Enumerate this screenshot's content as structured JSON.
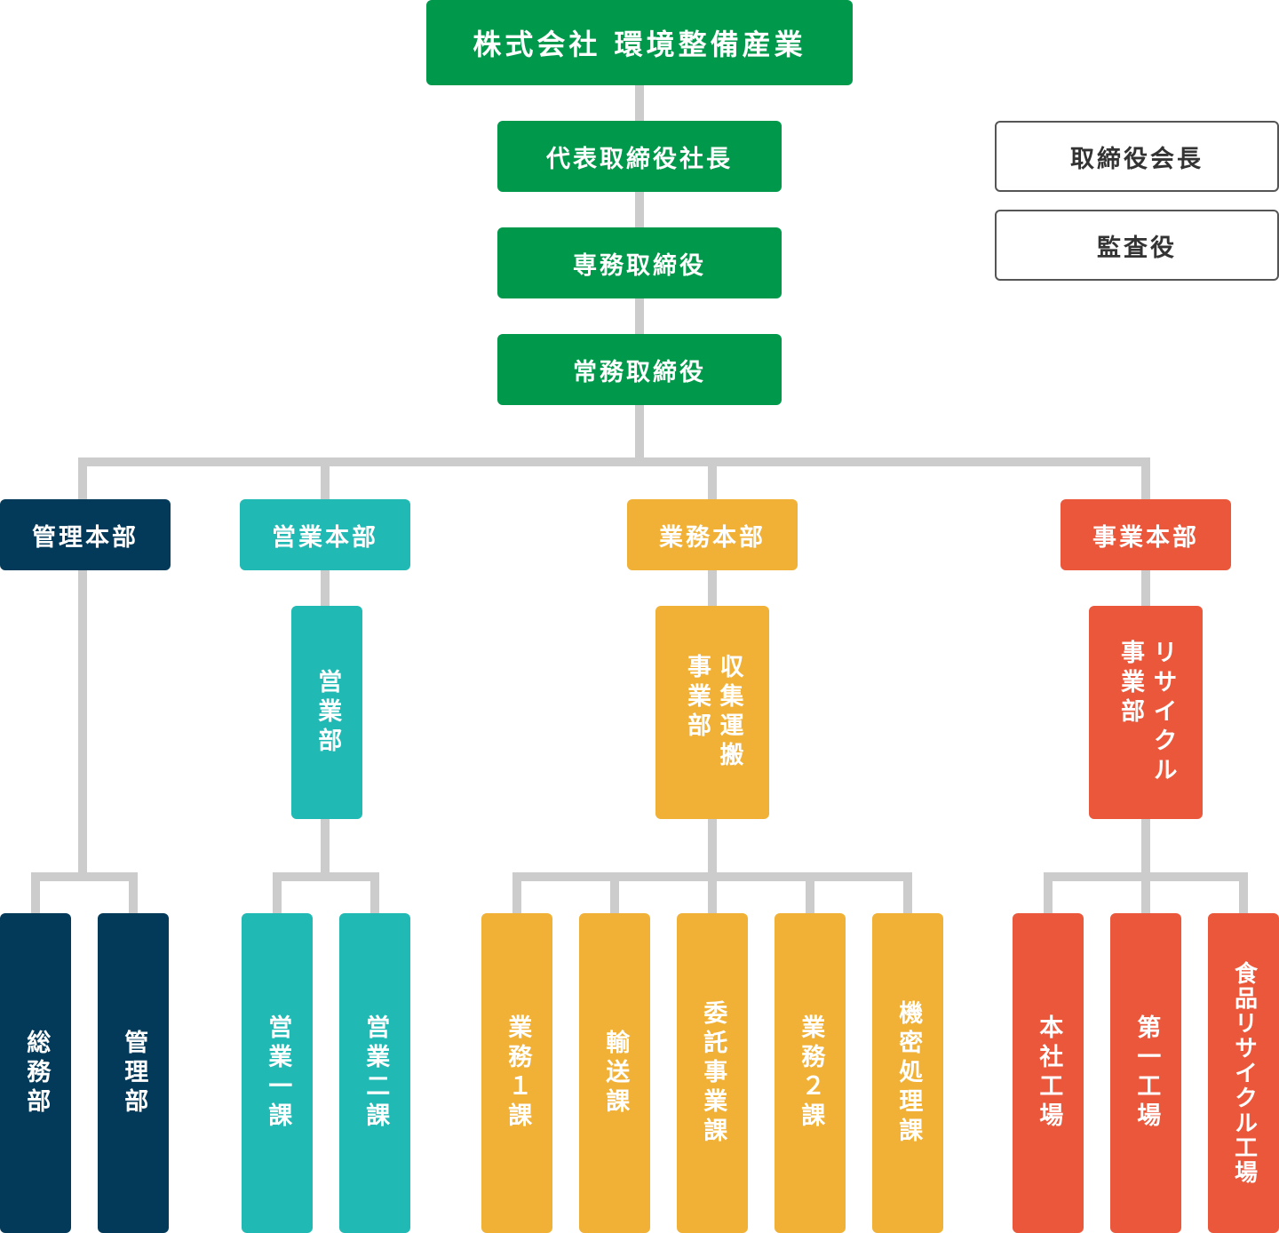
{
  "company": "株式会社 環境整備産業",
  "executives": [
    "代表取締役社長",
    "専務取締役",
    "常務取締役"
  ],
  "side_roles": [
    "取締役会長",
    "監査役"
  ],
  "divisions": [
    {
      "name": "管理本部",
      "color": "#033a59",
      "departments": [],
      "sections": [
        "総務部",
        "管理部"
      ]
    },
    {
      "name": "営業本部",
      "color": "#21b9b4",
      "departments": [
        "営業部"
      ],
      "sections": [
        "営業一課",
        "営業二課"
      ]
    },
    {
      "name": "業務本部",
      "color": "#f0b136",
      "departments": [
        "収集運搬\n事業部"
      ],
      "sections": [
        "業務１課",
        "輸送課",
        "委託事業課",
        "業務２課",
        "機密処理課"
      ]
    },
    {
      "name": "事業本部",
      "color": "#eb573b",
      "departments": [
        "リサイクル\n事業部"
      ],
      "sections": [
        "本社工場",
        "第一工場",
        "食品リサイクル工場"
      ]
    }
  ]
}
